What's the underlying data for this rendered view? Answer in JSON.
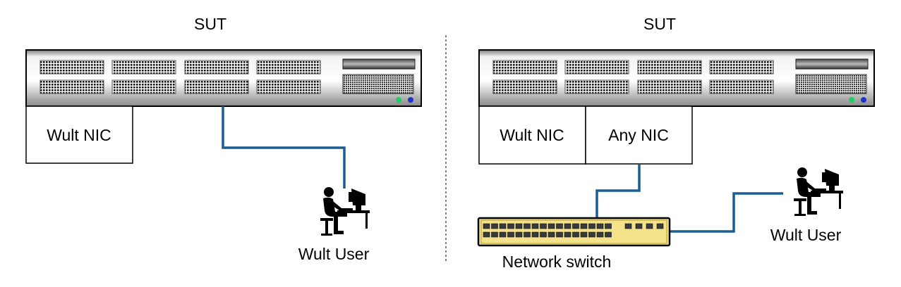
{
  "left": {
    "sut_label": "SUT",
    "nic_label": "Wult NIC",
    "user_label": "Wult User"
  },
  "right": {
    "sut_label": "SUT",
    "wult_nic_label": "Wult NIC",
    "any_nic_label": "Any NIC",
    "switch_label": "Network switch",
    "user_label": "Wult User"
  },
  "colors": {
    "cable": "#1a5f93",
    "outline": "#000000",
    "switch_body": "#f3e28a",
    "led_green": "#22cc66",
    "led_blue": "#2233cc"
  },
  "icons": [
    "server-icon",
    "user-at-computer-icon",
    "network-switch-icon"
  ]
}
